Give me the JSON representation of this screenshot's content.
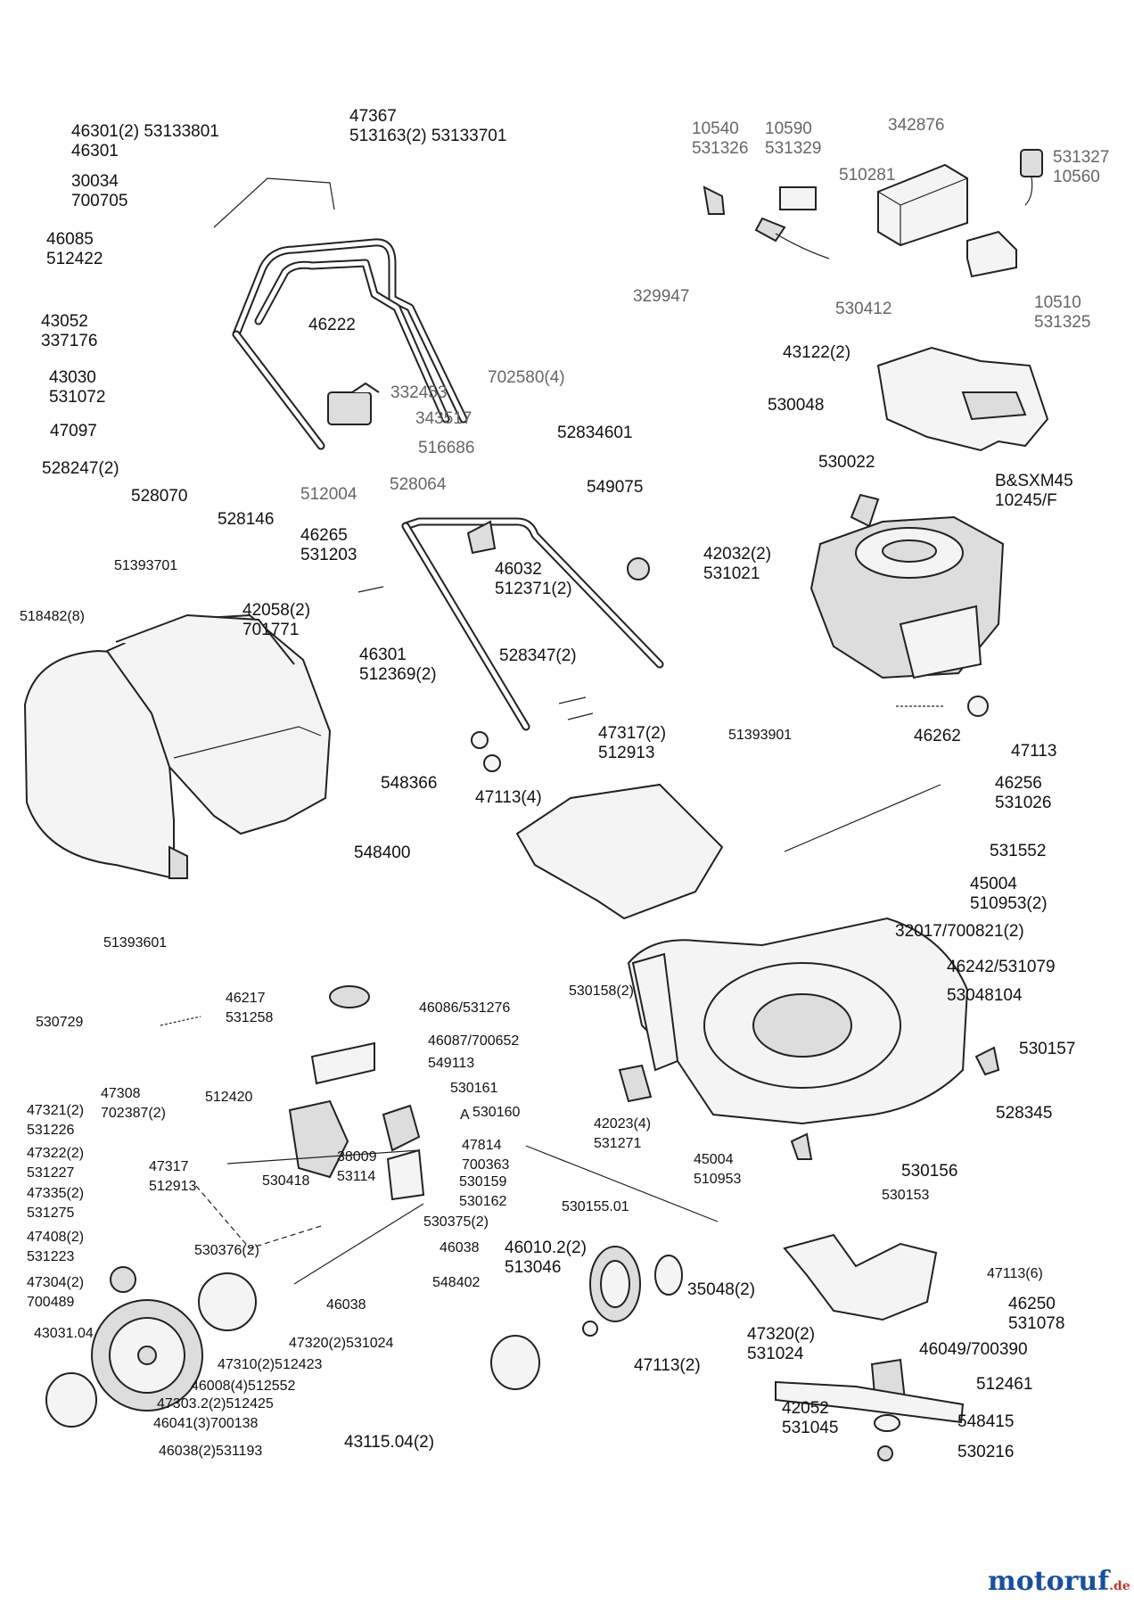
{
  "labels": [
    {
      "id": "l1",
      "lines": [
        "46301(2) 53133801",
        "46301"
      ]
    },
    {
      "id": "l2",
      "lines": [
        "47367",
        "513163(2) 53133701"
      ]
    },
    {
      "id": "l3",
      "lines": [
        "30034",
        "700705"
      ]
    },
    {
      "id": "l4",
      "lines": [
        "46085",
        "512422"
      ]
    },
    {
      "id": "l5",
      "lines": [
        "43052",
        "337176"
      ]
    },
    {
      "id": "l6",
      "lines": [
        "46222"
      ]
    },
    {
      "id": "l7",
      "lines": [
        "43030",
        "531072"
      ]
    },
    {
      "id": "l8",
      "lines": [
        "702580(4)"
      ]
    },
    {
      "id": "l9",
      "lines": [
        "332453"
      ]
    },
    {
      "id": "l10",
      "lines": [
        "47097"
      ]
    },
    {
      "id": "l11",
      "lines": [
        "343517"
      ]
    },
    {
      "id": "l12",
      "lines": [
        "52834601"
      ]
    },
    {
      "id": "l13",
      "lines": [
        "516686"
      ]
    },
    {
      "id": "l14",
      "lines": [
        "528247(2)"
      ]
    },
    {
      "id": "l15",
      "lines": [
        "528064"
      ]
    },
    {
      "id": "l16",
      "lines": [
        "528070"
      ]
    },
    {
      "id": "l17",
      "lines": [
        "512004"
      ]
    },
    {
      "id": "l18",
      "lines": [
        "528146"
      ]
    },
    {
      "id": "l19",
      "lines": [
        "10540",
        "531326"
      ]
    },
    {
      "id": "l20",
      "lines": [
        "10590",
        "531329"
      ]
    },
    {
      "id": "l21",
      "lines": [
        "342876"
      ]
    },
    {
      "id": "l22",
      "lines": [
        "531327",
        "10560"
      ]
    },
    {
      "id": "l23",
      "lines": [
        "510281"
      ]
    },
    {
      "id": "l24",
      "lines": [
        "329947"
      ]
    },
    {
      "id": "l25",
      "lines": [
        "530412"
      ]
    },
    {
      "id": "l26",
      "lines": [
        "10510",
        "531325"
      ]
    },
    {
      "id": "l27",
      "lines": [
        "43122(2)"
      ]
    },
    {
      "id": "l28",
      "lines": [
        "530048"
      ]
    },
    {
      "id": "l29",
      "lines": [
        "530022"
      ]
    },
    {
      "id": "l30",
      "lines": [
        "B&SXM45",
        "10245/F"
      ]
    },
    {
      "id": "l31",
      "lines": [
        "549075"
      ]
    },
    {
      "id": "l32",
      "lines": [
        "46265",
        "531203"
      ]
    },
    {
      "id": "l33",
      "lines": [
        "46032",
        "512371(2)"
      ]
    },
    {
      "id": "l34",
      "lines": [
        "42032(2)",
        "531021"
      ]
    },
    {
      "id": "l35",
      "lines": [
        "51393701"
      ]
    },
    {
      "id": "l36",
      "lines": [
        "518482(8)"
      ]
    },
    {
      "id": "l37",
      "lines": [
        "42058(2)",
        "701771"
      ]
    },
    {
      "id": "l38",
      "lines": [
        "46301",
        "512369(2)"
      ]
    },
    {
      "id": "l39",
      "lines": [
        "528347(2)"
      ]
    },
    {
      "id": "l40",
      "lines": [
        "47317(2)",
        "512913"
      ]
    },
    {
      "id": "l41",
      "lines": [
        "46262"
      ]
    },
    {
      "id": "l42",
      "lines": [
        "47113"
      ]
    },
    {
      "id": "l43",
      "lines": [
        "51393901"
      ]
    },
    {
      "id": "l44",
      "lines": [
        "548366"
      ]
    },
    {
      "id": "l45",
      "lines": [
        "47113(4)"
      ]
    },
    {
      "id": "l46",
      "lines": [
        "46256",
        "531026"
      ]
    },
    {
      "id": "l47",
      "lines": [
        "548400"
      ]
    },
    {
      "id": "l48",
      "lines": [
        "531552"
      ]
    },
    {
      "id": "l49",
      "lines": [
        "45004",
        "510953(2)"
      ]
    },
    {
      "id": "l50",
      "lines": [
        "51393601"
      ]
    },
    {
      "id": "l51",
      "lines": [
        "32017/700821(2)"
      ]
    },
    {
      "id": "l52",
      "lines": [
        "46242/531079"
      ]
    },
    {
      "id": "l53",
      "lines": [
        "46217",
        "531258"
      ]
    },
    {
      "id": "l54",
      "lines": [
        "46086/531276"
      ]
    },
    {
      "id": "l55",
      "lines": [
        "530158(2)"
      ]
    },
    {
      "id": "l56",
      "lines": [
        "53048104"
      ]
    },
    {
      "id": "l57",
      "lines": [
        "530729"
      ]
    },
    {
      "id": "l58",
      "lines": [
        "46087/700652"
      ]
    },
    {
      "id": "l59",
      "lines": [
        "549113"
      ]
    },
    {
      "id": "l60",
      "lines": [
        "530157"
      ]
    },
    {
      "id": "l61",
      "lines": [
        "47308",
        "702387(2)"
      ]
    },
    {
      "id": "l62",
      "lines": [
        "512420"
      ]
    },
    {
      "id": "l63",
      "lines": [
        "530161"
      ]
    },
    {
      "id": "l64",
      "lines": [
        "47321(2)",
        "531226"
      ]
    },
    {
      "id": "l65",
      "lines": [
        "A"
      ]
    },
    {
      "id": "l66",
      "lines": [
        "530160"
      ]
    },
    {
      "id": "l67",
      "lines": [
        "528345"
      ]
    },
    {
      "id": "l68",
      "lines": [
        "42023(4)",
        "531271"
      ]
    },
    {
      "id": "l69",
      "lines": [
        "47814",
        "700363"
      ]
    },
    {
      "id": "l70",
      "lines": [
        "47322(2)",
        "531227"
      ]
    },
    {
      "id": "l71",
      "lines": [
        "38009",
        "53114"
      ]
    },
    {
      "id": "l72",
      "lines": [
        "45004",
        "510953"
      ]
    },
    {
      "id": "l73",
      "lines": [
        "530156"
      ]
    },
    {
      "id": "l74",
      "lines": [
        "47317",
        "512913"
      ]
    },
    {
      "id": "l75",
      "lines": [
        "530418"
      ]
    },
    {
      "id": "l76",
      "lines": [
        "530159"
      ]
    },
    {
      "id": "l77",
      "lines": [
        "47335(2)",
        "531275"
      ]
    },
    {
      "id": "l78",
      "lines": [
        "530162"
      ]
    },
    {
      "id": "l79",
      "lines": [
        "530155.01"
      ]
    },
    {
      "id": "l80",
      "lines": [
        "530153"
      ]
    },
    {
      "id": "l81",
      "lines": [
        "530375(2)"
      ]
    },
    {
      "id": "l82",
      "lines": [
        "47408(2)",
        "531223"
      ]
    },
    {
      "id": "l83",
      "lines": [
        "530376(2)"
      ]
    },
    {
      "id": "l84",
      "lines": [
        "46038"
      ]
    },
    {
      "id": "l85",
      "lines": [
        "46010.2(2)",
        "513046"
      ]
    },
    {
      "id": "l86",
      "lines": [
        "47113(6)"
      ]
    },
    {
      "id": "l87",
      "lines": [
        "47304(2)",
        "700489"
      ]
    },
    {
      "id": "l88",
      "lines": [
        "548402"
      ]
    },
    {
      "id": "l89",
      "lines": [
        "35048(2)"
      ]
    },
    {
      "id": "l90",
      "lines": [
        "46038"
      ]
    },
    {
      "id": "l91",
      "lines": [
        "46250",
        "531078"
      ]
    },
    {
      "id": "l92",
      "lines": [
        "43031.04"
      ]
    },
    {
      "id": "l93",
      "lines": [
        "47320(2)531024"
      ]
    },
    {
      "id": "l94",
      "lines": [
        "47320(2)",
        "531024"
      ]
    },
    {
      "id": "l95",
      "lines": [
        "46049/700390"
      ]
    },
    {
      "id": "l96",
      "lines": [
        "47310(2)512423"
      ]
    },
    {
      "id": "l97",
      "lines": [
        "47113(2)"
      ]
    },
    {
      "id": "l98",
      "lines": [
        "512461"
      ]
    },
    {
      "id": "l99",
      "lines": [
        "46008(4)512552"
      ]
    },
    {
      "id": "l100",
      "lines": [
        "47303.2(2)512425"
      ]
    },
    {
      "id": "l101",
      "lines": [
        "42052",
        "531045"
      ]
    },
    {
      "id": "l102",
      "lines": [
        "548415"
      ]
    },
    {
      "id": "l103",
      "lines": [
        "46041(3)700138"
      ]
    },
    {
      "id": "l104",
      "lines": [
        "43115.04(2)"
      ]
    },
    {
      "id": "l105",
      "lines": [
        "530216"
      ]
    },
    {
      "id": "l106",
      "lines": [
        "46038(2)531193"
      ]
    }
  ],
  "logo": {
    "text": "motoruf",
    "suffix": ".de"
  }
}
